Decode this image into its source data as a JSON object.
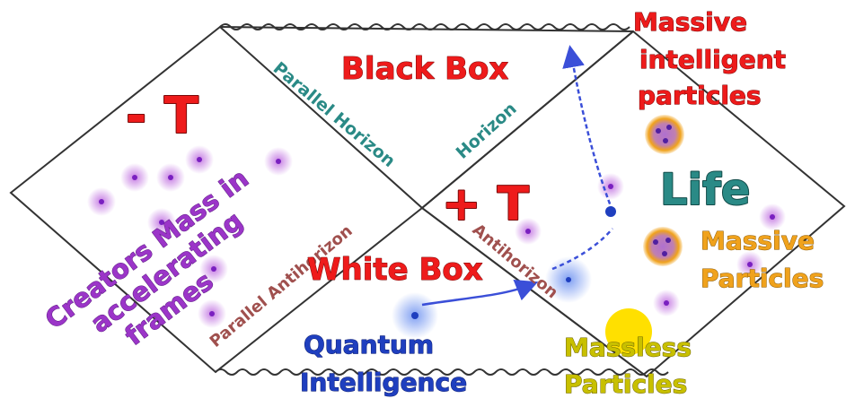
{
  "labels": {
    "minus_t": "- T",
    "plus_t": "+ T",
    "black_box": "Black Box",
    "white_box": "White Box",
    "parallel_horizon": "Parallel Horizon",
    "horizon": "Horizon",
    "parallel_antihorizon": "Parallel Antihorizon",
    "antihorizon": "Antihorizon",
    "creators_line1": "Creators Mass in",
    "creators_line2": "accelerating",
    "creators_line3": "frames",
    "massive_intelligent_line1": "Massive",
    "massive_intelligent_line2": "intelligent",
    "massive_intelligent_line3": "particles",
    "life": "Life",
    "massive_particles_line1": "Massive",
    "massive_particles_line2": "Particles",
    "massless_line1": "Massless",
    "massless_line2": "Particles",
    "quantum_line1": "Quantum",
    "quantum_line2": "Intelligence"
  },
  "colors": {
    "red": "#ee1b1b",
    "purple": "#9b35c8",
    "teal": "#2a8a86",
    "blue": "#1f3fbf",
    "orange": "#f0a21c",
    "yellow": "#ffe000",
    "olive": "#b8b000",
    "diagram_line": "#333333",
    "antihorizon": "#a0504e"
  }
}
